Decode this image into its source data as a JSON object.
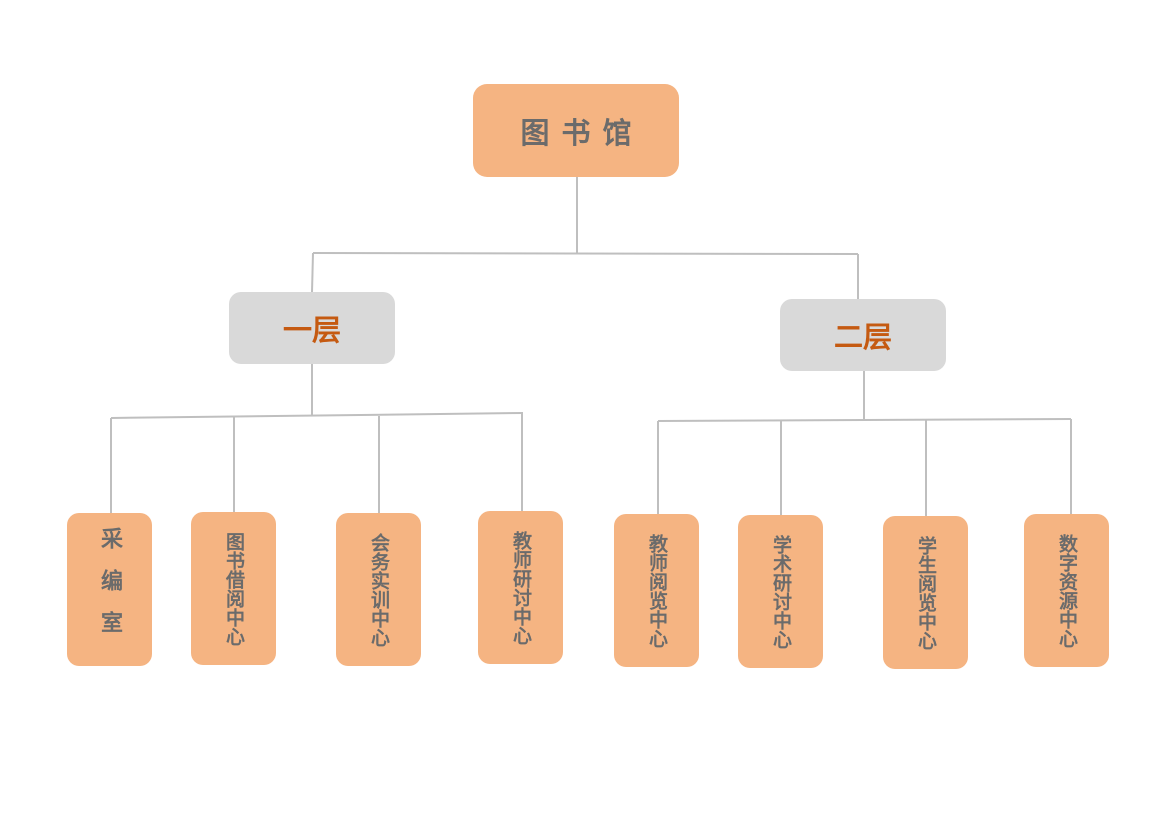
{
  "root": {
    "label": "图书馆"
  },
  "floors": [
    {
      "label": "一层",
      "departments": [
        "采编室",
        "图书借阅中心",
        "会务实训中心",
        "教师研讨中心"
      ]
    },
    {
      "label": "二层",
      "departments": [
        "教师阅览中心",
        "学术研讨中心",
        "学生阅览中心",
        "数字资源中心"
      ]
    }
  ]
}
